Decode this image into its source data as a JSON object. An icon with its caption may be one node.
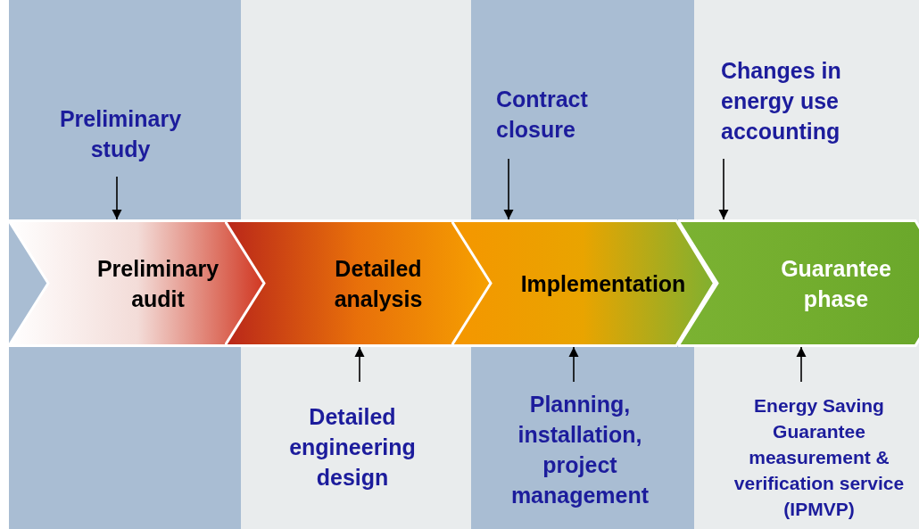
{
  "diagram": {
    "nodes": [
      {
        "text": [
          "Preliminary study"
        ]
      },
      {
        "text": [
          "Contract closure"
        ]
      },
      {
        "text": [
          "Changes in energy use accounting"
        ]
      },
      {
        "text": [
          "Preliminary audit"
        ]
      },
      {
        "text": [
          "Detailed analysis"
        ]
      },
      {
        "text": [
          "Implementation"
        ]
      },
      {
        "text": [
          "Guarantee phase"
        ]
      },
      {
        "text": [
          "Detailed engineering design"
        ]
      },
      {
        "text": [
          "Planning, installation, project management"
        ]
      },
      {
        "text": [
          "Energy Saving Guarantee measurement & verification service (IPMVP)"
        ]
      }
    ],
    "edges": [
      {
        "from": 0,
        "to": 3,
        "arrow": "to"
      },
      {
        "from": 1,
        "to": 5,
        "arrow": "to"
      },
      {
        "from": 2,
        "to": 6,
        "arrow": "to"
      },
      {
        "from": 7,
        "to": 4,
        "arrow": "to"
      },
      {
        "from": 8,
        "to": 5,
        "arrow": "to"
      },
      {
        "from": 9,
        "to": 6,
        "arrow": "to"
      }
    ]
  }
}
